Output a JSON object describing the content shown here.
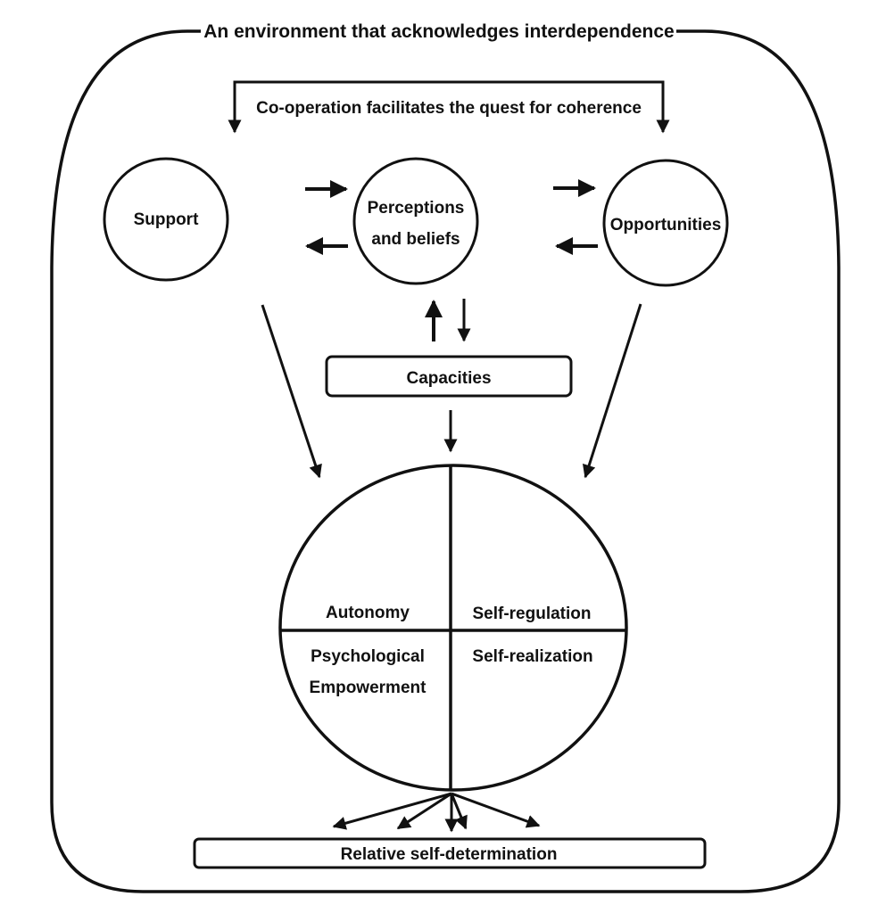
{
  "diagram": {
    "title": "An environment that acknowledges interdependence",
    "cooperation_label": "Co-operation facilitates the quest for coherence",
    "nodes": {
      "support": "Support",
      "perceptions_line1": "Perceptions",
      "perceptions_line2": "and beliefs",
      "opportunities": "Opportunities",
      "capacities": "Capacities",
      "outcome": "Relative self-determination"
    },
    "quadrants": {
      "top_left": "Autonomy",
      "top_right": "Self-regulation",
      "bottom_right": "Self-realization",
      "bottom_left_line1": "Psychological",
      "bottom_left_line2": "Empowerment"
    },
    "colors": {
      "stroke": "#111111",
      "background": "#ffffff"
    }
  }
}
